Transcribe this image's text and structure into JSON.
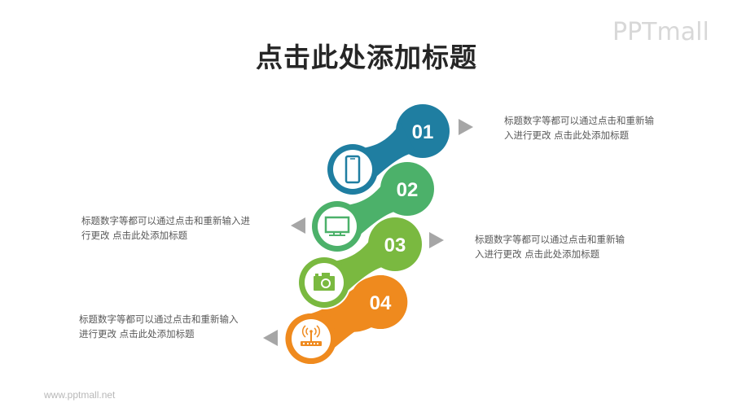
{
  "title": "点击此处添加标题",
  "logo": "PPTmall",
  "footer": "www.pptmall.net",
  "steps": [
    {
      "number": "01",
      "icon": "phone-icon",
      "color": "#1f7ea1",
      "text_line1": "标题数字等都可以通过点击和重新输",
      "text_line2": "入进行更改 点击此处添加标题",
      "side": "right"
    },
    {
      "number": "02",
      "icon": "monitor-icon",
      "color": "#4cb16a",
      "text_line1": "标题数字等都可以通过点击和重新输入进",
      "text_line2": "行更改 点击此处添加标题",
      "side": "left"
    },
    {
      "number": "03",
      "icon": "camera-icon",
      "color": "#7ab940",
      "text_line1": "标题数字等都可以通过点击和重新输",
      "text_line2": "入进行更改 点击此处添加标题",
      "side": "right"
    },
    {
      "number": "04",
      "icon": "router-icon",
      "color": "#ef8a1e",
      "text_line1": "标题数字等都可以通过点击和重新输入",
      "text_line2": "进行更改 点击此处添加标题",
      "side": "left"
    }
  ]
}
